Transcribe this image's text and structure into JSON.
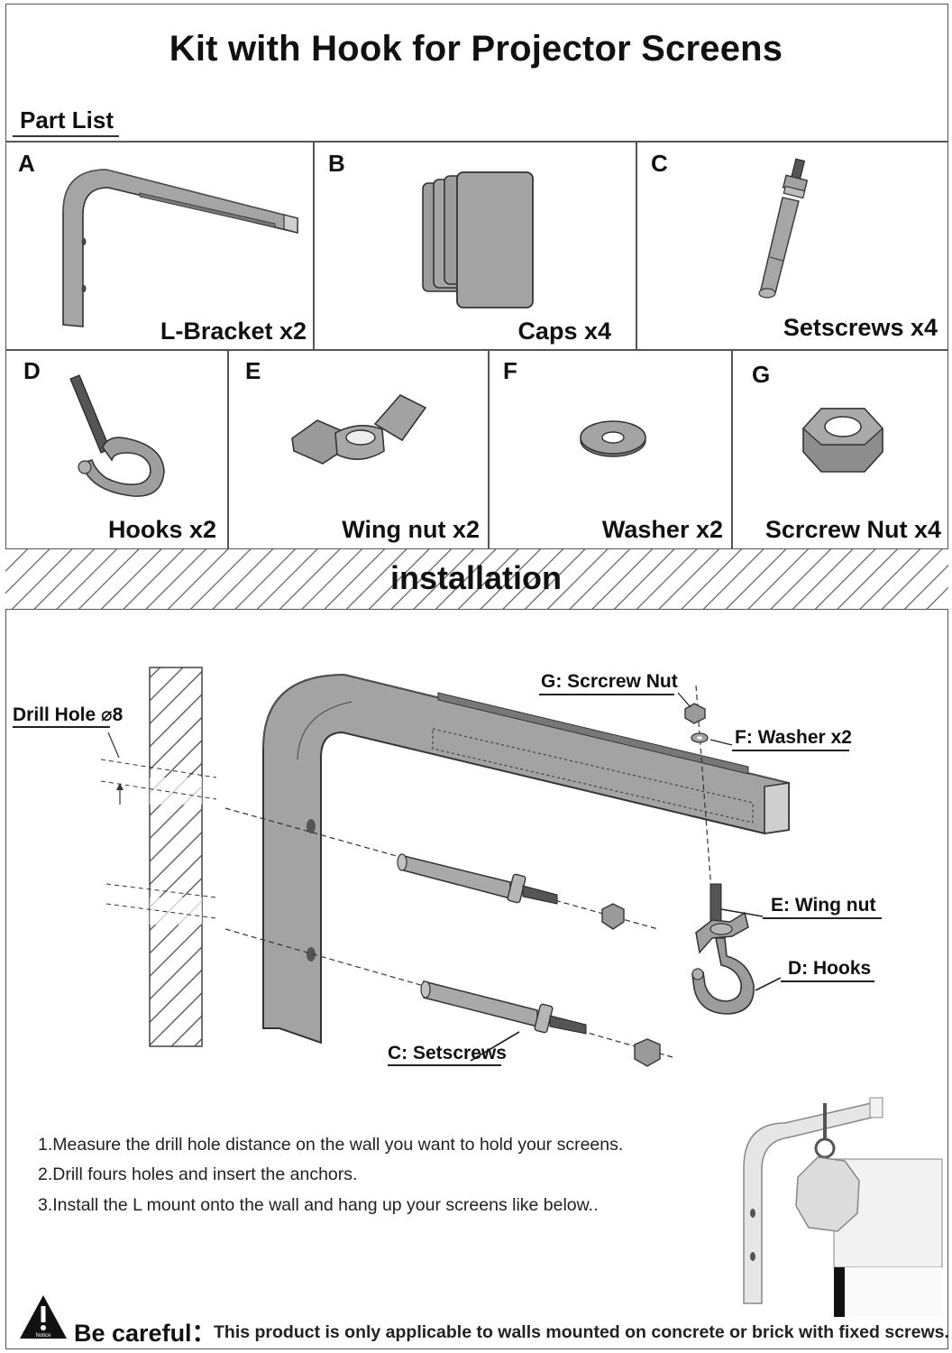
{
  "title": "Kit with Hook  for Projector Screens",
  "part_list_heading": "Part List",
  "parts": [
    {
      "letter": "A",
      "label": "L-Bracket x2",
      "icon": "l-bracket-icon"
    },
    {
      "letter": "B",
      "label": "Caps x4",
      "icon": "caps-icon"
    },
    {
      "letter": "C",
      "label": "Setscrews x4",
      "icon": "setscrew-icon"
    },
    {
      "letter": "D",
      "label": "Hooks x2",
      "icon": "hook-icon"
    },
    {
      "letter": "E",
      "label": "Wing nut x2",
      "icon": "wing-nut-icon"
    },
    {
      "letter": "F",
      "label": "Washer x2",
      "icon": "washer-icon"
    },
    {
      "letter": "G",
      "label": "Scrcrew Nut  x4",
      "icon": "hex-nut-icon"
    }
  ],
  "installation_heading": "installation",
  "callouts": {
    "drill_hole": "Drill Hole ⌀8",
    "screw_nut": "G:  Scrcrew Nut",
    "washer": "F: Washer x2",
    "wing_nut": "E:  Wing nut",
    "hooks": "D:  Hooks",
    "setscrews": "C: Setscrews"
  },
  "steps": [
    "1.Measure the drill hole distance on the wall you want to hold your screens.",
    "2.Drill fours holes and insert the anchors.",
    "3.Install the L mount onto the wall and hang up your screens like below.."
  ],
  "notice": {
    "icon_label": "Notice",
    "heading": "Be careful：",
    "text": "This product is only applicable to walls mounted on concrete or brick with fixed screws."
  },
  "colors": {
    "metal": "#9a9a9a",
    "metal_dark": "#6f6f6f",
    "outline": "#333333",
    "hatch": "#777777"
  }
}
